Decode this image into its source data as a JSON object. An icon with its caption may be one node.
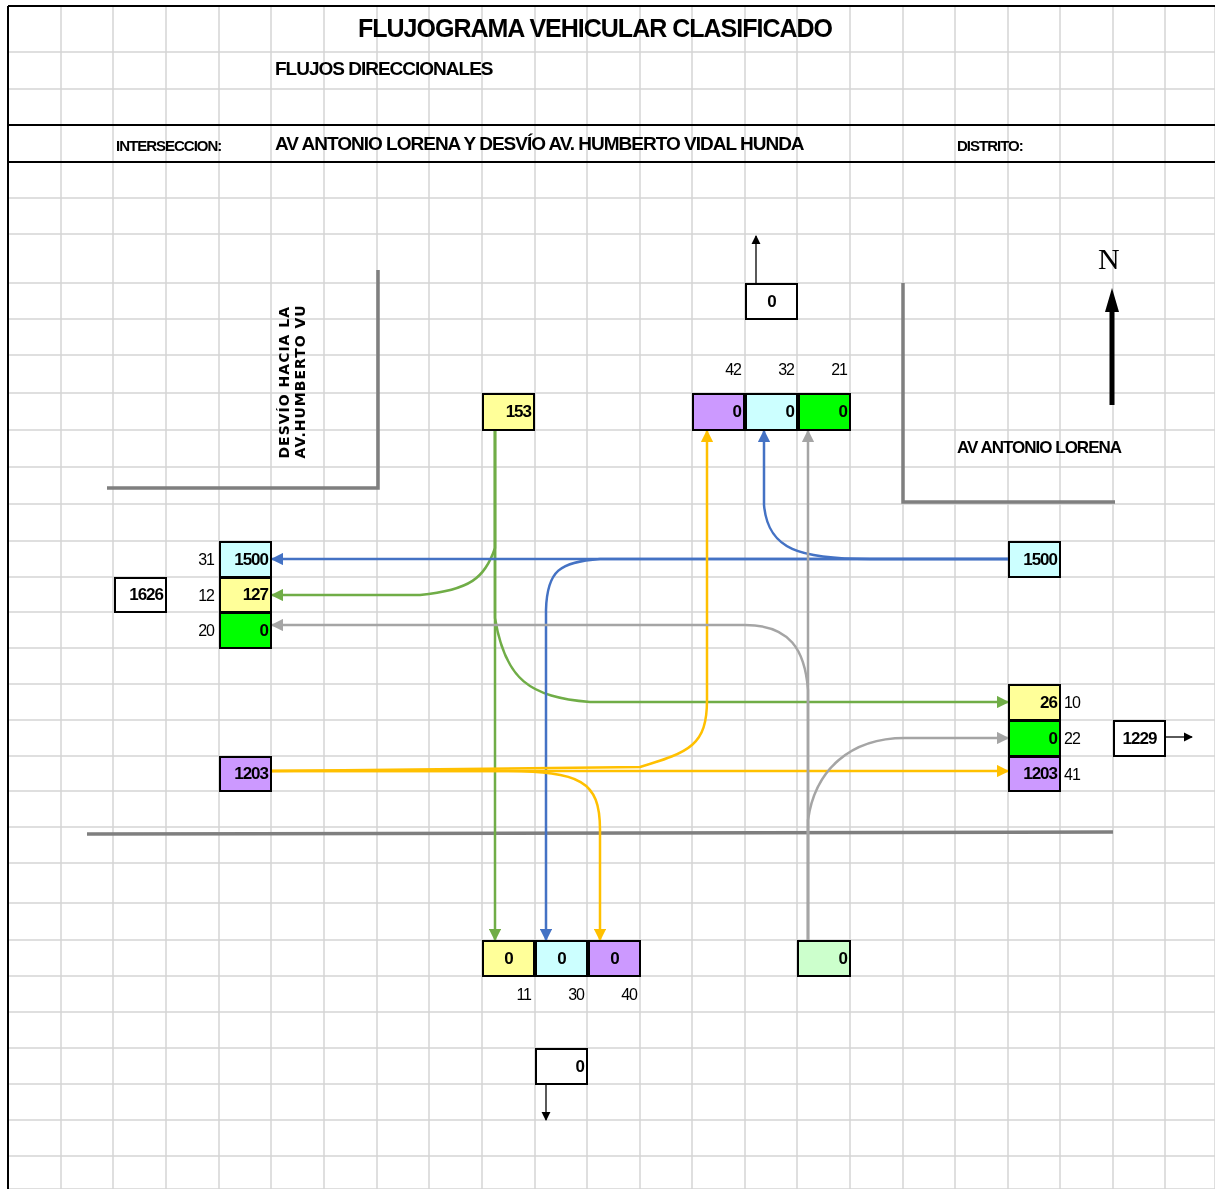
{
  "diagram": {
    "title": "FLUJOGRAMA VEHICULAR CLASIFICADO",
    "nodes": [
      {
        "text": [
          "0"
        ]
      },
      {
        "text": [
          "0"
        ],
        "beside": [
          "42"
        ]
      },
      {
        "text": [
          "0"
        ],
        "beside": [
          "32"
        ]
      },
      {
        "text": [
          "0"
        ],
        "beside": [
          "21"
        ]
      },
      {
        "text": [
          "153"
        ]
      },
      {
        "text": [
          "1500"
        ],
        "beside": [
          "31"
        ]
      },
      {
        "text": [
          "1500"
        ]
      },
      {
        "text": [
          "1626"
        ]
      },
      {
        "text": [
          "127"
        ],
        "beside": [
          "12"
        ]
      },
      {
        "text": [
          "0"
        ],
        "beside": [
          "20"
        ]
      },
      {
        "text": [
          "26"
        ],
        "beside": [
          "10"
        ]
      },
      {
        "text": [
          "0"
        ],
        "beside": [
          "22"
        ]
      },
      {
        "text": [
          "1229"
        ]
      },
      {
        "text": [
          "1203"
        ]
      },
      {
        "text": [
          "1203"
        ],
        "beside": [
          "41"
        ]
      },
      {
        "text": [
          "0"
        ],
        "beside": [
          "11"
        ]
      },
      {
        "text": [
          "0"
        ],
        "beside": [
          "30"
        ]
      },
      {
        "text": [
          "0"
        ],
        "beside": [
          "40"
        ]
      },
      {
        "text": [
          "0"
        ]
      },
      {
        "text": [
          "0"
        ]
      }
    ],
    "edges": [
      {
        "from": 0,
        "to": null,
        "arrow": "to"
      },
      {
        "from": 4,
        "to": 8,
        "arrow": "to",
        "color": "#70ad47"
      },
      {
        "from": 4,
        "to": 15,
        "arrow": "to",
        "color": "#70ad47"
      },
      {
        "from": 4,
        "to": 10,
        "arrow": "to",
        "color": "#70ad47"
      },
      {
        "from": 6,
        "to": 5,
        "arrow": "to",
        "color": "#4472c4"
      },
      {
        "from": 6,
        "to": 2,
        "arrow": "to",
        "color": "#4472c4"
      },
      {
        "from": 6,
        "to": 16,
        "arrow": "to",
        "color": "#4472c4"
      },
      {
        "from": 13,
        "to": 14,
        "arrow": "to",
        "color": "#ffc000"
      },
      {
        "from": 13,
        "to": 1,
        "arrow": "to",
        "color": "#ffc000"
      },
      {
        "from": 13,
        "to": 17,
        "arrow": "to",
        "color": "#ffc000"
      },
      {
        "from": 18,
        "to": 3,
        "arrow": "to",
        "color": "#a5a5a5"
      },
      {
        "from": 18,
        "to": 9,
        "arrow": "to",
        "color": "#a5a5a5"
      },
      {
        "from": 18,
        "to": 11,
        "arrow": "to",
        "color": "#a5a5a5"
      },
      {
        "from": 12,
        "to": null,
        "arrow": "to"
      },
      {
        "from": 19,
        "to": null,
        "arrow": "to"
      }
    ],
    "labels": [
      "FLUJOS DIRECCIONALES",
      "INTERSECCION:",
      "AV ANTONIO LORENA Y DESVÍO  AV. HUMBERTO VIDAL HUNDA",
      "DISTRITO:",
      "DESVÍO HACIA LA AV.HUMBERTO VU",
      "N",
      "AV ANTONIO LORENA"
    ]
  }
}
